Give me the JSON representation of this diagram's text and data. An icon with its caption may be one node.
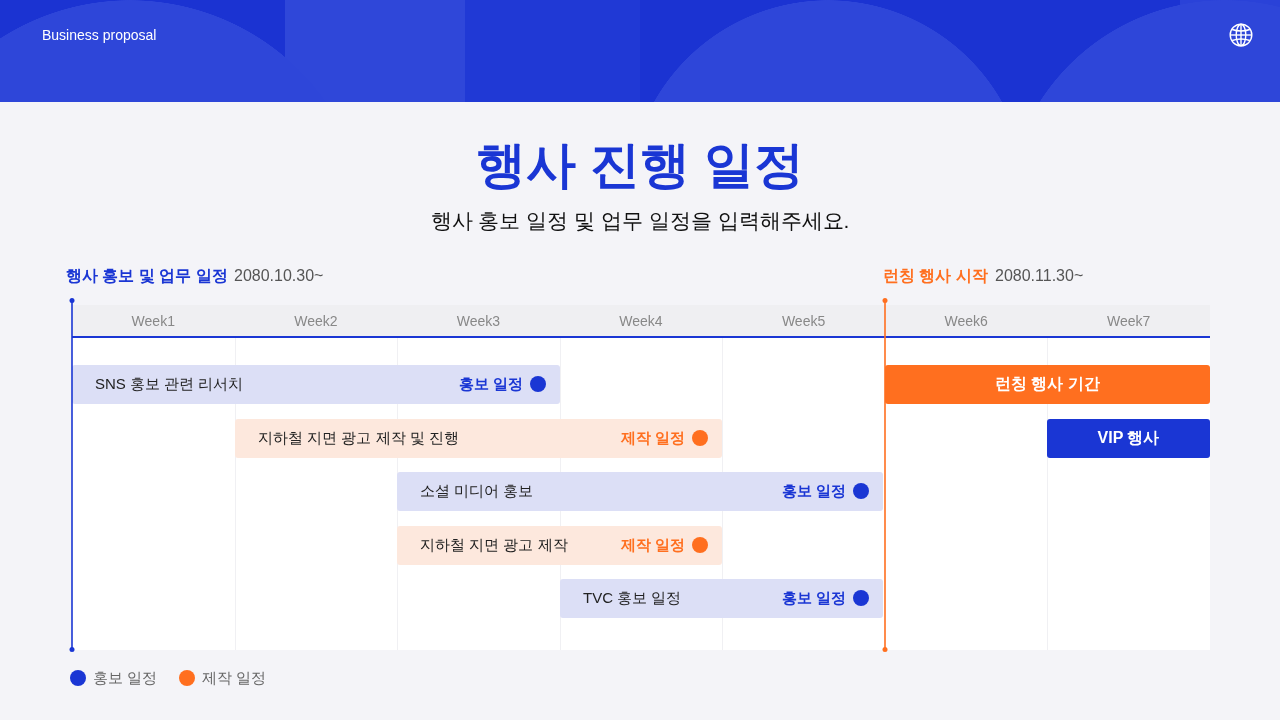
{
  "diagram": {
    "title": "행사 진행 일정",
    "nodes": [
      {
        "text": [
          "SNS 홍보 관련 리서치",
          "홍보 일정"
        ]
      },
      {
        "text": [
          "런칭 행사 기간"
        ]
      },
      {
        "text": [
          "지하철 지면 광고 제작 및 진행",
          "제작 일정"
        ]
      },
      {
        "text": [
          "VIP 행사"
        ]
      },
      {
        "text": [
          "소셜 미디어 홍보",
          "홍보 일정"
        ]
      },
      {
        "text": [
          "지하철 지면 광고 제작",
          "제작 일정"
        ]
      },
      {
        "text": [
          "TVC 홍보 일정",
          "홍보 일정"
        ]
      }
    ],
    "labels": [
      "Business proposal",
      "행사 홍보 일정 및 업무 일정을 입력해주세요.",
      "행사 홍보 및 업무 일정",
      "2080.10.30~",
      "런칭 행사 시작",
      "2080.11.30~",
      "Week1",
      "Week2",
      "Week3",
      "Week4",
      "Week5",
      "Week6",
      "Week7"
    ],
    "legend": [
      {
        "text": "홍보 일정",
        "color": "#1a36d4"
      },
      {
        "text": "제작 일정",
        "color": "#ff6f1f"
      }
    ]
  }
}
